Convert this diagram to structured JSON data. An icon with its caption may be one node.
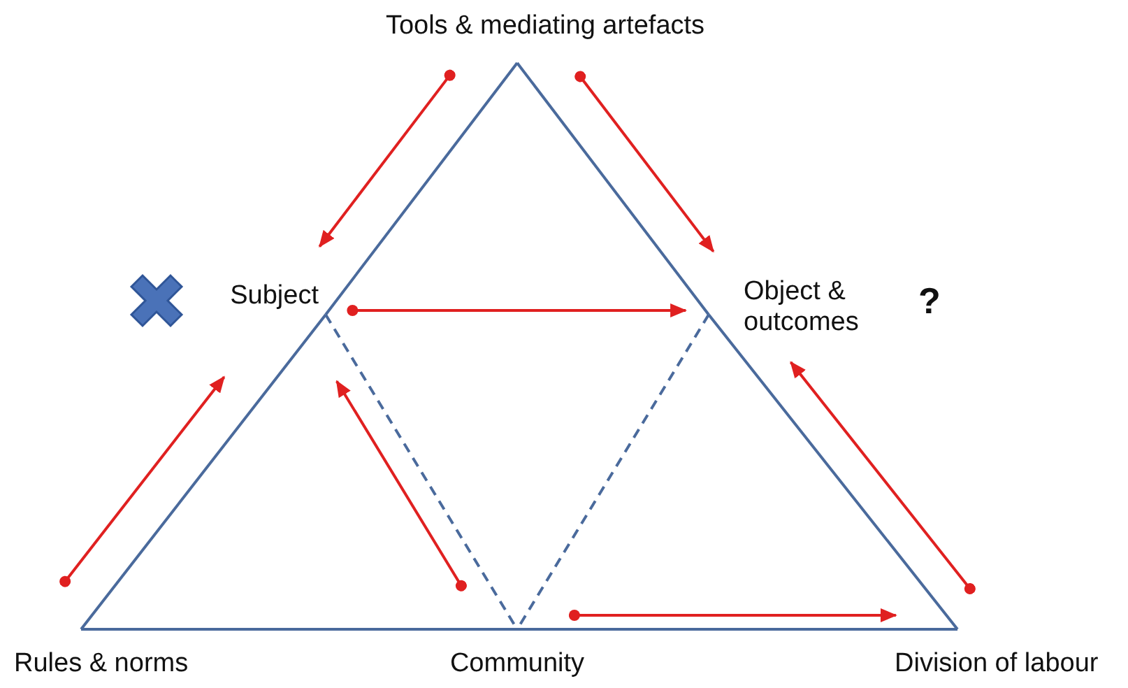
{
  "diagram": {
    "nodes": [
      {
        "text": [
          "Tools & mediating artefacts"
        ]
      },
      {
        "text": [
          "Subject"
        ]
      },
      {
        "text": [
          "Object & outcomes"
        ],
        "beside": [
          "?"
        ]
      },
      {
        "text": [
          "Rules & norms"
        ]
      },
      {
        "text": [
          "Community"
        ]
      },
      {
        "text": [
          "Division of labour"
        ]
      }
    ],
    "edges": [
      {
        "from": 0,
        "to": 1,
        "arrow": "none"
      },
      {
        "from": 1,
        "to": 3,
        "arrow": "none"
      },
      {
        "from": 0,
        "to": 2,
        "arrow": "none"
      },
      {
        "from": 2,
        "to": 5,
        "arrow": "none"
      },
      {
        "from": 3,
        "to": 4,
        "arrow": "none"
      },
      {
        "from": 4,
        "to": 5,
        "arrow": "none"
      },
      {
        "from": 1,
        "to": 4,
        "arrow": "none",
        "style": "dashed"
      },
      {
        "from": 2,
        "to": 4,
        "arrow": "none",
        "style": "dashed"
      },
      {
        "from": 0,
        "to": 1,
        "arrow": "to",
        "color": "#e02020"
      },
      {
        "from": 0,
        "to": 2,
        "arrow": "to",
        "color": "#e02020"
      },
      {
        "from": 1,
        "to": 2,
        "arrow": "to",
        "color": "#e02020"
      },
      {
        "from": 3,
        "to": 1,
        "arrow": "to",
        "color": "#e02020"
      },
      {
        "from": 4,
        "to": 1,
        "arrow": "to",
        "color": "#e02020"
      },
      {
        "from": 5,
        "to": 2,
        "arrow": "to",
        "color": "#e02020"
      },
      {
        "from": 4,
        "to": 5,
        "arrow": "to",
        "color": "#e02020"
      }
    ]
  }
}
